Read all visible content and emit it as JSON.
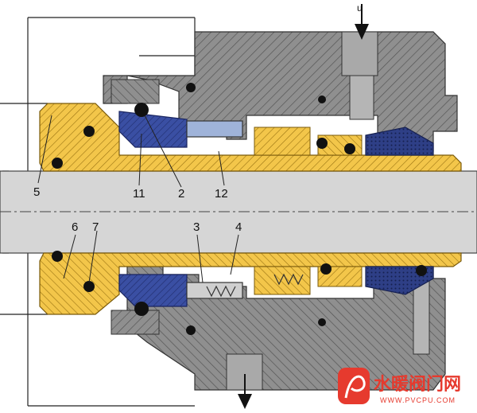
{
  "diagram": {
    "labels": {
      "l5": "5",
      "l11": "11",
      "l2": "2",
      "l12": "12",
      "l6": "6",
      "l7": "7",
      "l3": "3",
      "l4": "4"
    },
    "flow_in_label": "u",
    "colors": {
      "housing": "#8c8c8c",
      "housing_hatch": "#5a5a5a",
      "shaft": "#d6d6d6",
      "sleeve": "#f3c64a",
      "seal_face_blue": "#3a4fa3",
      "oring": "#111111"
    }
  },
  "watermark": {
    "title": "水暖阀门网",
    "url": "WWW.PVCPU.COM"
  }
}
